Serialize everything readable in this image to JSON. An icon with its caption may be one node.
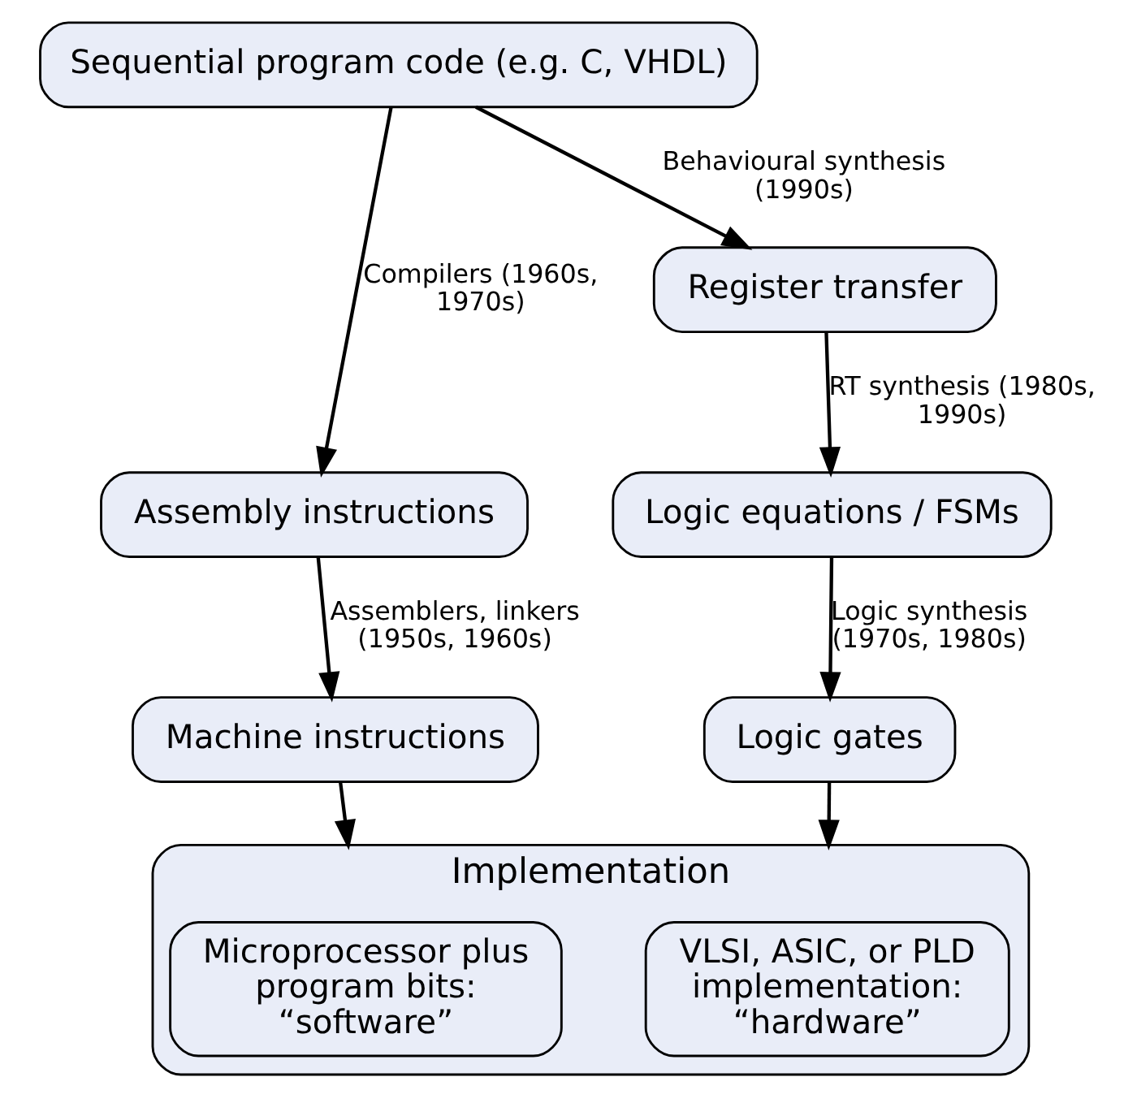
{
  "diagram": {
    "nodes": [
      {
        "text": [
          "Sequential program code (e.g. C, VHDL)"
        ]
      },
      {
        "text": [
          "Assembly instructions"
        ]
      },
      {
        "text": [
          "Machine instructions"
        ]
      },
      {
        "text": [
          "Register transfer"
        ]
      },
      {
        "text": [
          "Logic equations / FSMs"
        ]
      },
      {
        "text": [
          "Logic gates"
        ]
      },
      {
        "text": [
          "Implementation"
        ]
      },
      {
        "text": [
          "Microprocessor plus program bits: “software”"
        ],
        "in": 6
      },
      {
        "text": [
          "VLSI, ASIC, or PLD implementation: “hardware”"
        ],
        "in": 6
      }
    ],
    "edges": [
      {
        "from": 0,
        "to": 1,
        "arrow": "to",
        "label": "Compilers (1960s, 1970s)"
      },
      {
        "from": 1,
        "to": 2,
        "arrow": "to",
        "label": "Assemblers, linkers (1950s, 1960s)"
      },
      {
        "from": 0,
        "to": 3,
        "arrow": "to",
        "label": "Behavioural synthesis (1990s)"
      },
      {
        "from": 3,
        "to": 4,
        "arrow": "to",
        "label": "RT synthesis (1980s, 1990s)"
      },
      {
        "from": 4,
        "to": 5,
        "arrow": "to",
        "label": "Logic synthesis (1970s, 1980s)"
      },
      {
        "from": 2,
        "to": 6,
        "arrow": "to"
      },
      {
        "from": 5,
        "to": 6,
        "arrow": "to"
      }
    ]
  }
}
